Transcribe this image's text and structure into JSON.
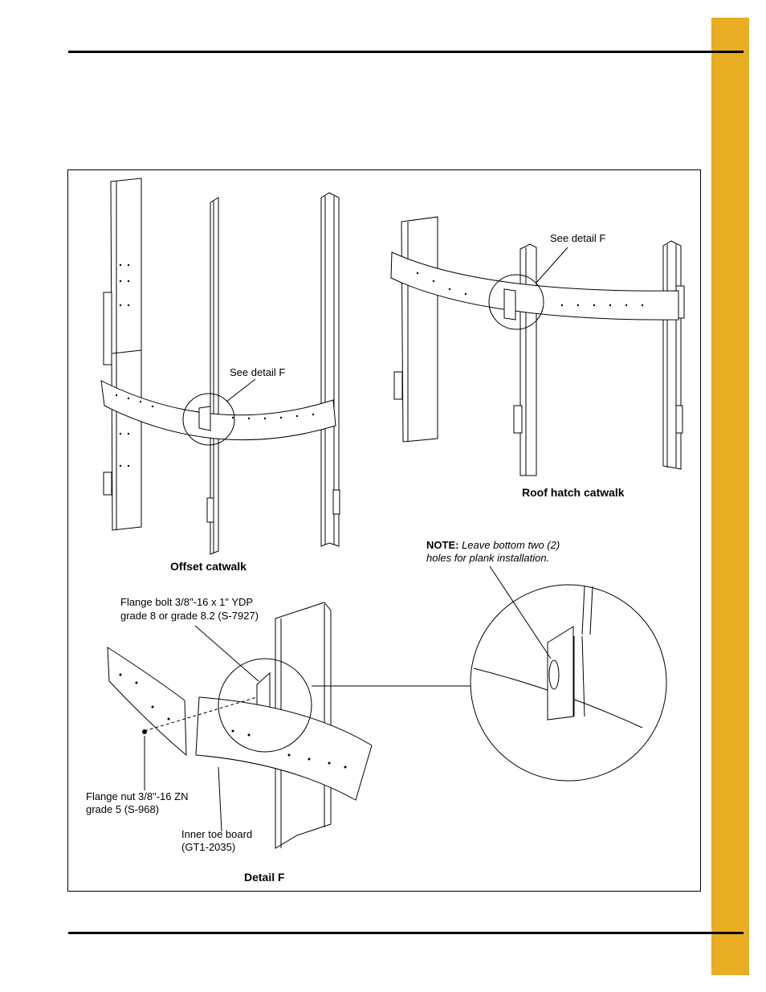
{
  "labels": {
    "see_detail_offset": "See detail F",
    "see_detail_roof": "See detail F",
    "offset_title": "Offset catwalk",
    "roof_title": "Roof hatch catwalk",
    "note_prefix": "NOTE:",
    "note_line1": "Leave bottom two (2)",
    "note_line2": "holes for plank installation.",
    "flange_bolt_line1": "Flange bolt 3/8\"-16 x 1\" YDP",
    "flange_bolt_line2": "grade 8 or grade 8.2 (S-7927)",
    "flange_nut_line1": "Flange nut 3/8\"-16 ZN",
    "flange_nut_line2": "grade 5 (S-968)",
    "toe_board_line1": "Inner toe board",
    "toe_board_line2": "(GT1-2035)",
    "detail_title": "Detail F"
  },
  "colors": {
    "tab": "#e8ad22",
    "line": "#000000"
  }
}
